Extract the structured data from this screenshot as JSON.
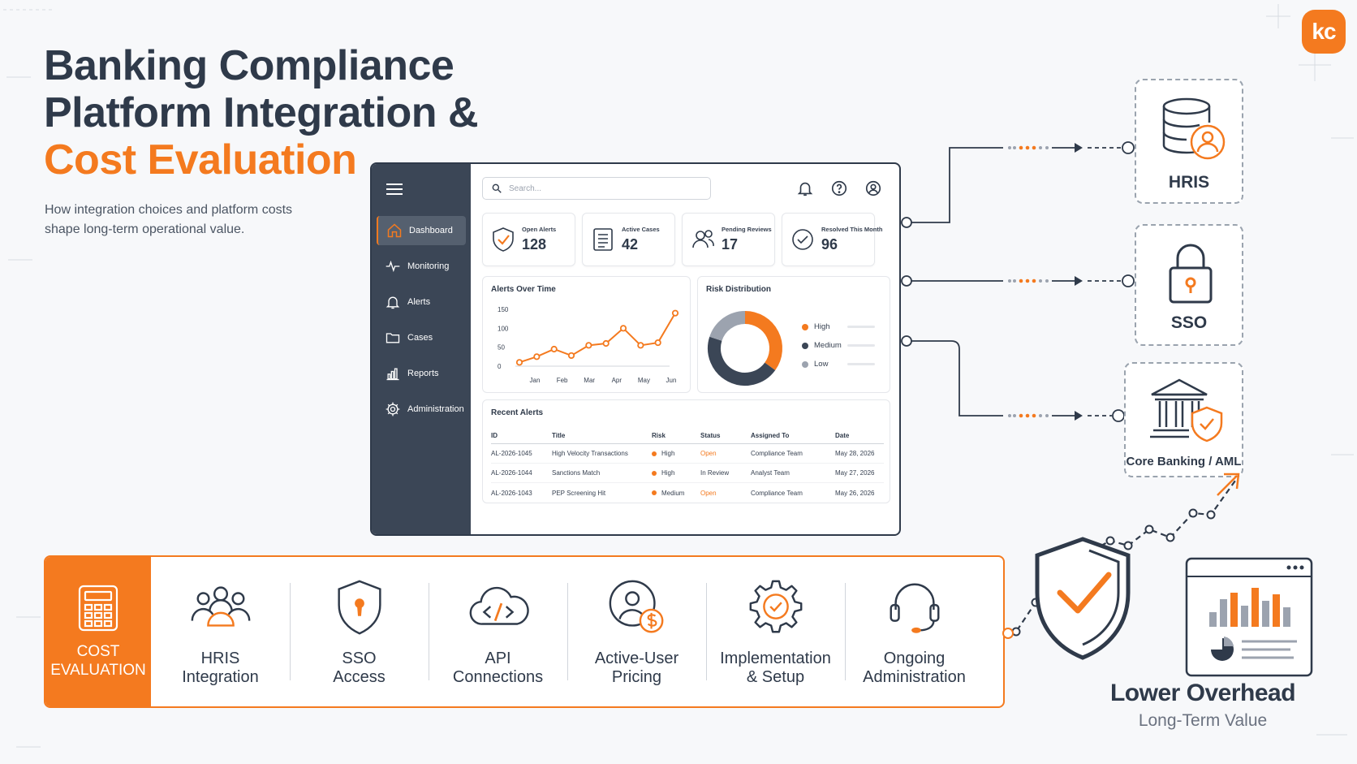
{
  "title": {
    "line1": "Banking Compliance",
    "line2": "Platform Integration &",
    "line3": "Cost Evaluation"
  },
  "subtitle": "How integration choices and platform costs shape long-term operational value.",
  "logo": "kc",
  "colors": {
    "accent": "#f47a1f",
    "dark": "#2f3a4a",
    "sidebar": "#3b4656",
    "grey": "#9ca3af"
  },
  "dashboard": {
    "sidebar": [
      {
        "label": "Dashboard",
        "icon": "home-icon"
      },
      {
        "label": "Monitoring",
        "icon": "pulse-icon"
      },
      {
        "label": "Alerts",
        "icon": "bell-icon"
      },
      {
        "label": "Cases",
        "icon": "folder-icon"
      },
      {
        "label": "Reports",
        "icon": "bar-chart-icon"
      },
      {
        "label": "Administration",
        "icon": "gear-icon"
      }
    ],
    "search_placeholder": "Search...",
    "kpis": [
      {
        "label": "Open Alerts",
        "value": "128",
        "icon": "shield-check-icon"
      },
      {
        "label": "Active Cases",
        "value": "42",
        "icon": "list-icon"
      },
      {
        "label": "Pending Reviews",
        "value": "17",
        "icon": "users-icon"
      },
      {
        "label": "Resolved This Month",
        "value": "96",
        "icon": "check-circle-icon"
      }
    ],
    "alerts_over_time": {
      "title": "Alerts Over Time",
      "y_ticks": [
        "150",
        "100",
        "50",
        "0"
      ],
      "x_ticks": [
        "Jan",
        "Feb",
        "Mar",
        "Apr",
        "May",
        "Jun"
      ]
    },
    "risk_distribution": {
      "title": "Risk Distribution",
      "legend": [
        {
          "label": "High",
          "color": "#f47a1f"
        },
        {
          "label": "Medium",
          "color": "#3b4656"
        },
        {
          "label": "Low",
          "color": "#9ca3af"
        }
      ]
    },
    "recent_alerts": {
      "title": "Recent Alerts",
      "columns": [
        "ID",
        "Title",
        "Risk",
        "Status",
        "Assigned To",
        "Date"
      ],
      "rows": [
        [
          "AL-2026-1045",
          "High Velocity Transactions",
          "High",
          "Open",
          "Compliance Team",
          "May 28, 2026"
        ],
        [
          "AL-2026-1044",
          "Sanctions Match",
          "High",
          "In Review",
          "Analyst Team",
          "May 27, 2026"
        ],
        [
          "AL-2026-1043",
          "PEP Screening Hit",
          "Medium",
          "Open",
          "Compliance Team",
          "May 26, 2026"
        ]
      ]
    }
  },
  "chart_data": [
    {
      "type": "line",
      "title": "Alerts Over Time",
      "x": [
        0,
        1,
        2,
        3,
        4,
        5,
        6,
        7,
        8,
        9
      ],
      "series": [
        {
          "values": [
            10,
            25,
            45,
            28,
            55,
            60,
            100,
            55,
            62,
            140
          ]
        }
      ],
      "ylim": [
        0,
        150
      ]
    },
    {
      "type": "pie",
      "title": "Risk Distribution",
      "categories": [
        "High",
        "Medium",
        "Low"
      ],
      "values": [
        35,
        45,
        20
      ],
      "donut": true
    }
  ],
  "integrations": [
    {
      "label": "HRIS",
      "icon": "database-user-icon"
    },
    {
      "label": "SSO",
      "icon": "lock-icon"
    },
    {
      "label": "Core Banking / AML",
      "icon": "bank-shield-icon"
    }
  ],
  "cost": {
    "header": [
      "COST",
      "EVALUATION"
    ],
    "items": [
      {
        "line1": "HRIS",
        "line2": "Integration",
        "icon": "people-icon"
      },
      {
        "line1": "SSO",
        "line2": "Access",
        "icon": "shield-key-icon"
      },
      {
        "line1": "API",
        "line2": "Connections",
        "icon": "cloud-code-icon"
      },
      {
        "line1": "Active-User",
        "line2": "Pricing",
        "icon": "user-dollar-icon"
      },
      {
        "line1": "Implementation",
        "line2": "& Setup",
        "icon": "gear-check-icon"
      },
      {
        "line1": "Ongoing",
        "line2": "Administration",
        "icon": "headset-icon"
      }
    ]
  },
  "outcome": {
    "title": "Lower Overhead",
    "subtitle": "Long-Term Value"
  }
}
